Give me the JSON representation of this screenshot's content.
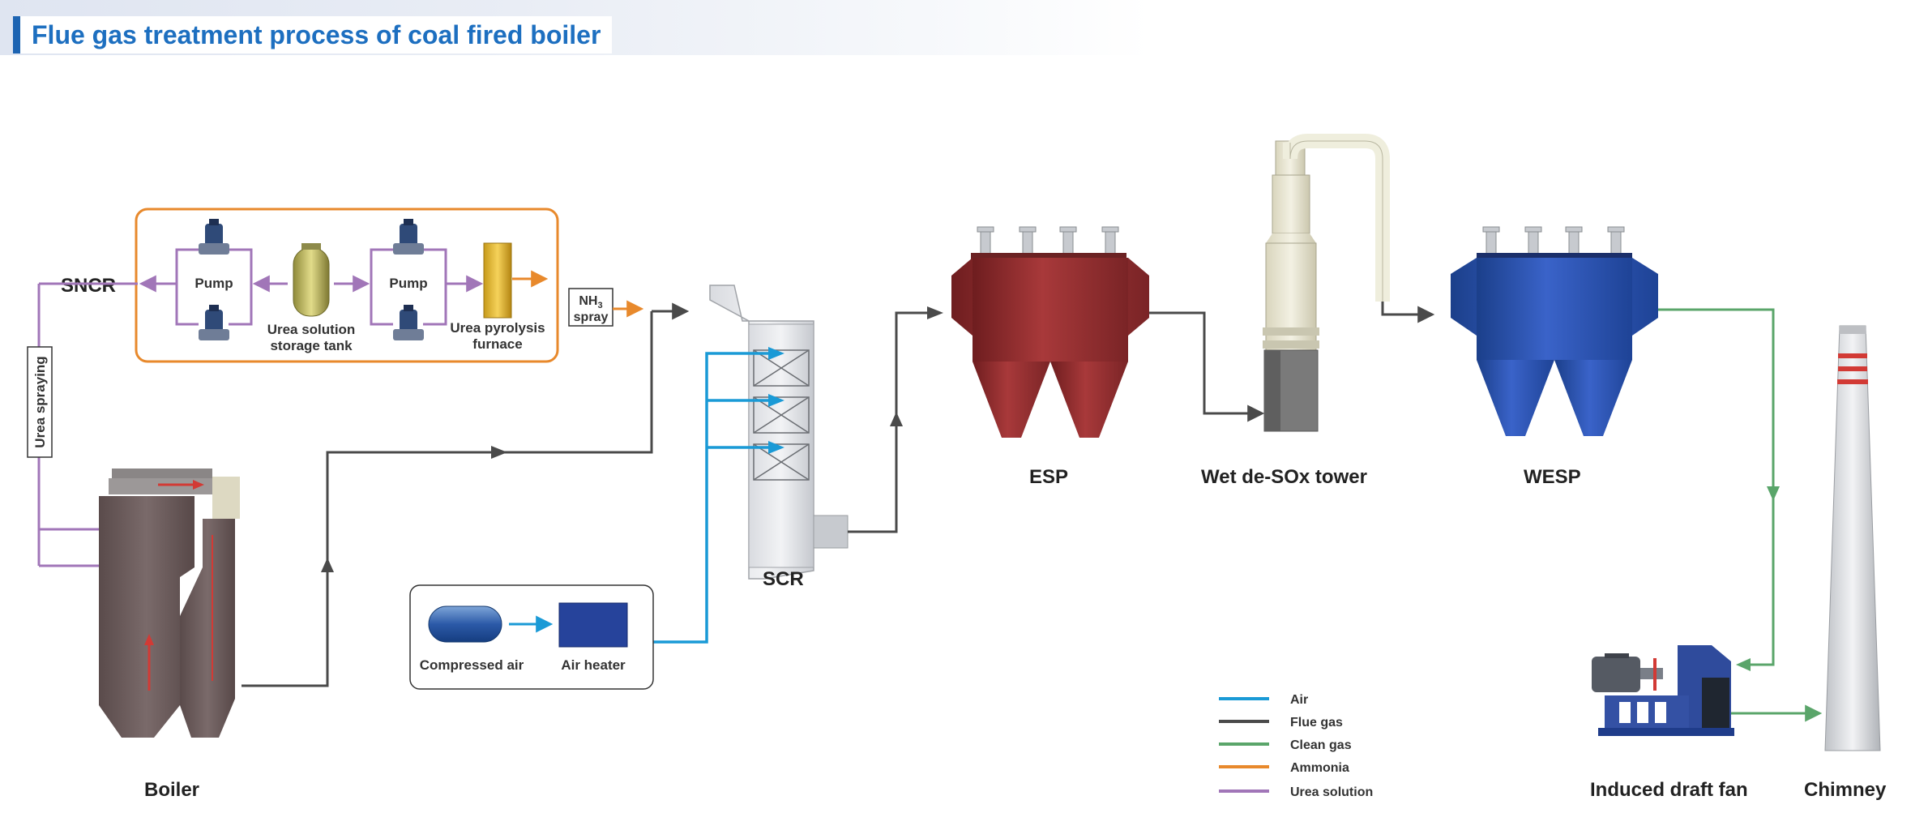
{
  "title": "Flue gas treatment process of coal fired boiler",
  "labels": {
    "sncr": "SNCR",
    "urea_spraying": "Urea spraying",
    "pump_1": "Pump",
    "pump_2": "Pump",
    "tank_1": "Urea solution",
    "tank_2": "storage tank",
    "furnace_1": "Urea pyrolysis",
    "furnace_2": "furnace",
    "nh3_1": "NH",
    "nh3_sub": "3",
    "nh3_2": "spray",
    "scr": "SCR",
    "esp": "ESP",
    "desox": "Wet de-SOx tower",
    "wesp": "WESP",
    "boiler": "Boiler",
    "compressed_air": "Compressed air",
    "air_heater": "Air heater",
    "fan": "Induced draft fan",
    "chimney": "Chimney"
  },
  "legend": [
    {
      "label": "Air",
      "color": "#1a9ad6"
    },
    {
      "label": "Flue gas",
      "color": "#4a4a4a"
    },
    {
      "label": "Clean gas",
      "color": "#5aa56a"
    },
    {
      "label": "Ammonia",
      "color": "#e8892c"
    },
    {
      "label": "Urea solution",
      "color": "#a176b8"
    }
  ],
  "colors": {
    "air": "#1a9ad6",
    "flue_gas": "#4a4a4a",
    "clean_gas": "#5aa56a",
    "ammonia": "#e8892c",
    "urea": "#a176b8",
    "title_blue": "#1d6fc0"
  }
}
